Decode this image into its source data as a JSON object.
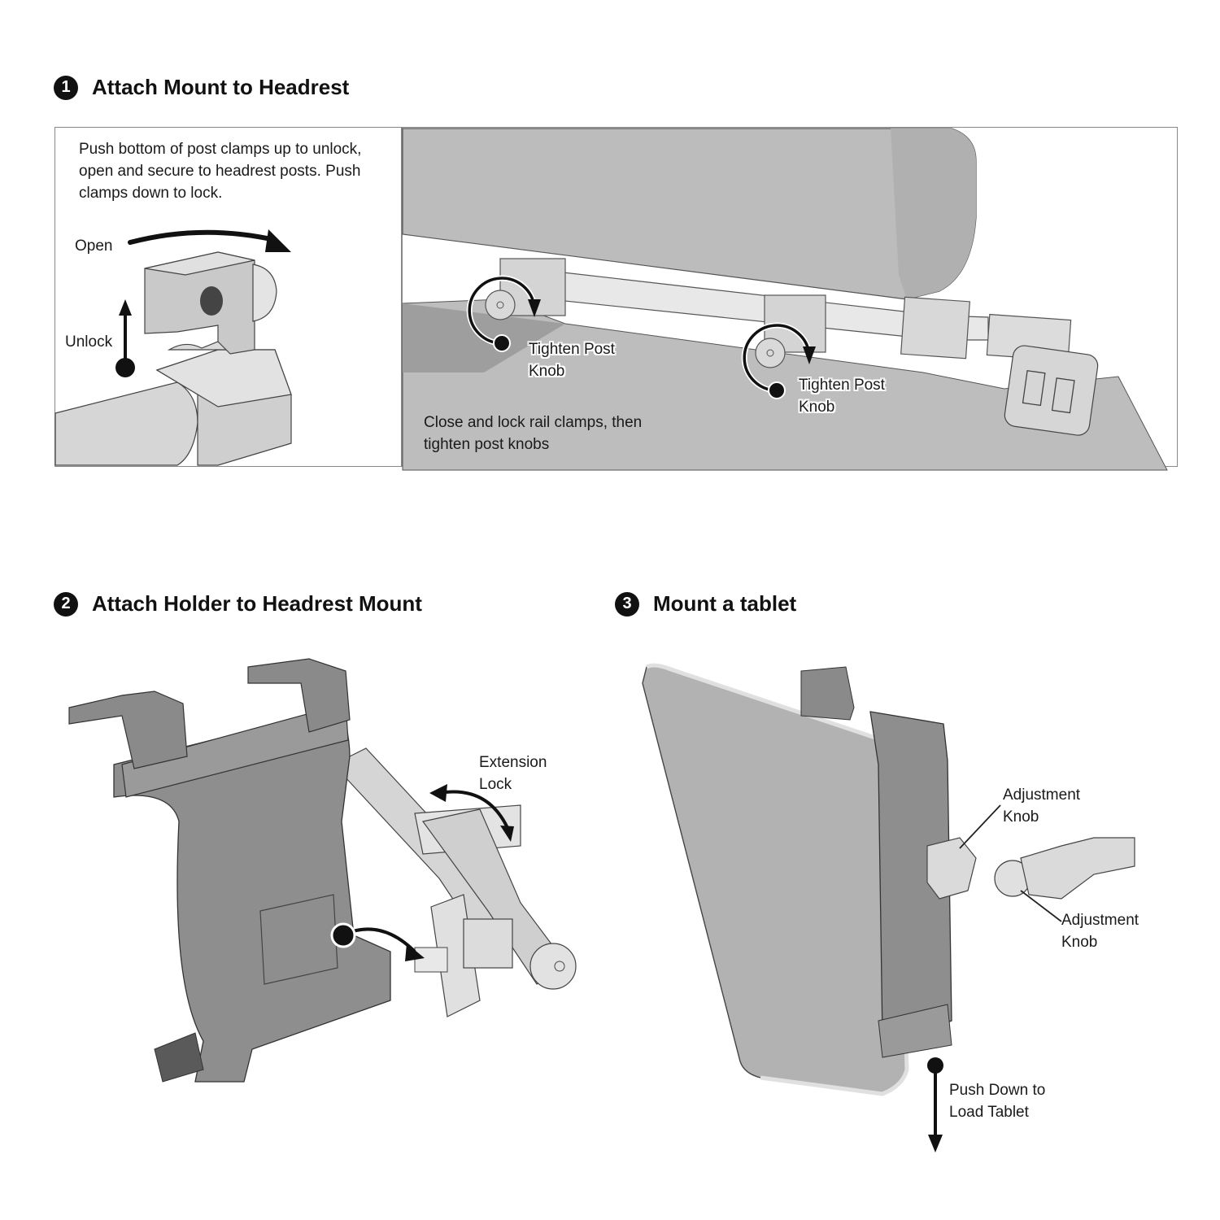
{
  "colors": {
    "ink": "#111111",
    "part_gray": "#b9b9b9",
    "part_light": "#dcdcdc",
    "part_dark": "#8f8f8f",
    "panel_border": "#888888"
  },
  "steps": [
    {
      "number": "1",
      "title": "Attach Mount to Headrest",
      "left_panel": {
        "instruction": "Push bottom of post clamps up to unlock, open and secure to headrest posts. Push clamps down to lock.",
        "labels": {
          "open": "Open",
          "unlock": "Unlock"
        }
      },
      "right_panel": {
        "labels": [
          {
            "line1": "Tighten Post",
            "line2": "Knob"
          },
          {
            "line1": "Tighten Post",
            "line2": "Knob"
          }
        ],
        "caption_line1": "Close and lock rail clamps, then",
        "caption_line2": "tighten post knobs"
      }
    },
    {
      "number": "2",
      "title": "Attach Holder to Headrest Mount",
      "labels": {
        "extension_line1": "Extension",
        "extension_line2": "Lock"
      }
    },
    {
      "number": "3",
      "title": "Mount a tablet",
      "labels": {
        "adjust1_line1": "Adjustment",
        "adjust1_line2": "Knob",
        "adjust2_line1": "Adjustment",
        "adjust2_line2": "Knob",
        "push_line1": "Push Down to",
        "push_line2": "Load Tablet"
      }
    }
  ]
}
